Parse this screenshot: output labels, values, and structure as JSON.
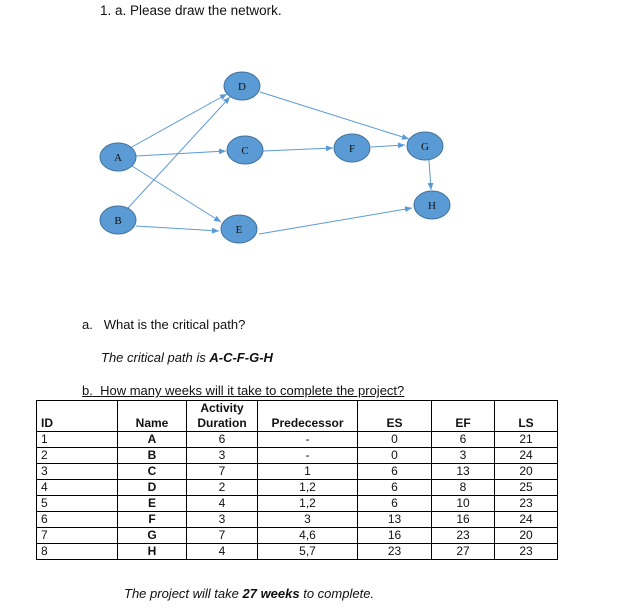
{
  "question1": "1.  a. Please draw the network.",
  "nodes": [
    "A",
    "B",
    "C",
    "D",
    "E",
    "F",
    "G",
    "H"
  ],
  "colors": {
    "node_fill": "#5b9bd5",
    "node_stroke": "#41719c",
    "edge": "#5b9bd5"
  },
  "question_a": {
    "letter": "a.",
    "text": "What is the critical path?"
  },
  "answer_a": {
    "prefix": "The critical path is ",
    "path": "A-C-F-G-H"
  },
  "question_b": {
    "letter": "b.",
    "text": "How many weeks will it take to complete the project?"
  },
  "table": {
    "headers": {
      "id": "ID",
      "name": "Name",
      "duration_line1": "Activity",
      "duration_line2": "Duration",
      "predecessor": "Predecessor",
      "es": "ES",
      "ef": "EF",
      "ls": "LS"
    },
    "rows": [
      {
        "id": "1",
        "name": "A",
        "duration": "6",
        "predecessor": "-",
        "es": "0",
        "ef": "6",
        "ls": "21"
      },
      {
        "id": "2",
        "name": "B",
        "duration": "3",
        "predecessor": "-",
        "es": "0",
        "ef": "3",
        "ls": "24"
      },
      {
        "id": "3",
        "name": "C",
        "duration": "7",
        "predecessor": "1",
        "es": "6",
        "ef": "13",
        "ls": "20"
      },
      {
        "id": "4",
        "name": "D",
        "duration": "2",
        "predecessor": "1,2",
        "es": "6",
        "ef": "8",
        "ls": "25"
      },
      {
        "id": "5",
        "name": "E",
        "duration": "4",
        "predecessor": "1,2",
        "es": "6",
        "ef": "10",
        "ls": "23"
      },
      {
        "id": "6",
        "name": "F",
        "duration": "3",
        "predecessor": "3",
        "es": "13",
        "ef": "16",
        "ls": "24"
      },
      {
        "id": "7",
        "name": "G",
        "duration": "7",
        "predecessor": "4,6",
        "es": "16",
        "ef": "23",
        "ls": "20"
      },
      {
        "id": "8",
        "name": "H",
        "duration": "4",
        "predecessor": "5,7",
        "es": "23",
        "ef": "27",
        "ls": "23"
      }
    ]
  },
  "answer_b": {
    "prefix": "The project will take ",
    "value": "27 weeks",
    "suffix": " to complete."
  }
}
